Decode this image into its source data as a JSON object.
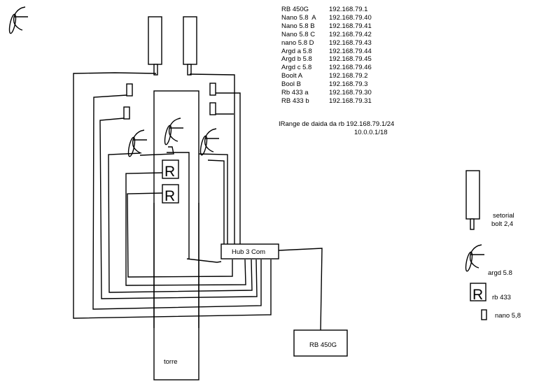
{
  "ip_table": [
    {
      "name": "RB 450G",
      "ip": "192.168.79.1"
    },
    {
      "name": "Nano 5.8  A",
      "ip": "192.168.79.40"
    },
    {
      "name": "Nano 5.8 B",
      "ip": "192.168.79.41"
    },
    {
      "name": "Nano 5.8 C",
      "ip": "192.168.79.42"
    },
    {
      "name": "nano 5.8 D",
      "ip": "192.168.79.43"
    },
    {
      "name": "Argd a 5.8",
      "ip": "192.168.79.44"
    },
    {
      "name": "Argd b 5.8",
      "ip": "192.168.79.45"
    },
    {
      "name": "Argd c 5.8",
      "ip": "192.168.79.46"
    },
    {
      "name": "Boolt A",
      "ip": "192.168.79.2"
    },
    {
      "name": "Bool B",
      "ip": "192.168.79.3"
    },
    {
      "name": "Rb 433 a",
      "ip": "192.168.79.30"
    },
    {
      "name": "RB 433 b",
      "ip": "192.168.79.31"
    }
  ],
  "range": {
    "line1": "IRange de daida da rb 192.168.79.1/24",
    "line2": "10.0.0.1/18"
  },
  "nodes": {
    "hub": "Hub 3 Com",
    "router": "RB 450G",
    "tower": "torre",
    "rb_symbol": "R"
  },
  "legend": {
    "setorial_line1": "setorial",
    "setorial_line2": "bolt 2,4",
    "argd": "argd 5.8",
    "rb433": "rb 433",
    "rb433_symbol": "R",
    "nano": "nano 5,8"
  }
}
